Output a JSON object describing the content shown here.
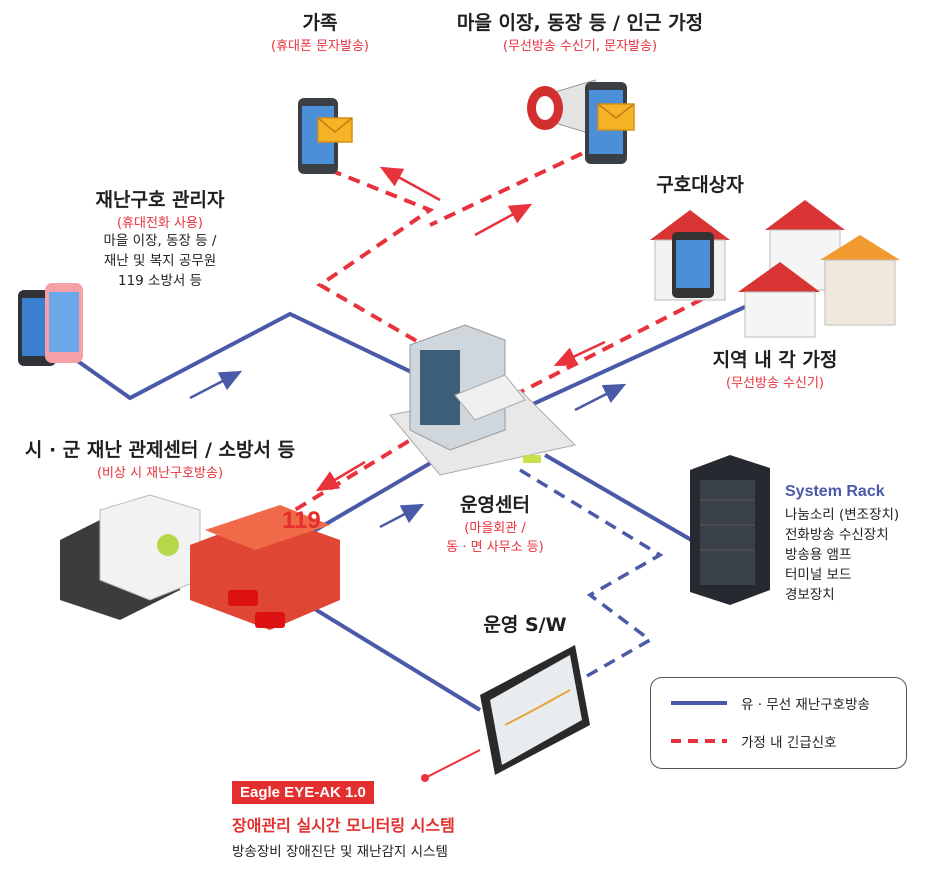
{
  "nodes": {
    "family": {
      "title": "가족",
      "sub": "(휴대폰 문자발송)"
    },
    "village": {
      "title": "마을 이장, 동장 등 / 인근 가정",
      "sub": "(무선방송 수신기, 문자발송)"
    },
    "manager": {
      "title": "재난구호 관리자",
      "sub": "(휴대전화 사용)",
      "lines": [
        "마을 이장, 동장 등 /",
        "재난 및 복지 공무원",
        "119 소방서 등"
      ]
    },
    "rescue": {
      "title": "구호대상자"
    },
    "homes": {
      "title": "지역 내 각 가정",
      "sub": "(무선방송 수신기)"
    },
    "city": {
      "title": "시 · 군 재난 관제센터 / 소방서 등",
      "sub": "(비상 시 재난구호방송)"
    },
    "ops": {
      "title": "운영센터",
      "sub1": "(마을회관 /",
      "sub2": "동 · 면 사무소 등)"
    },
    "rack": {
      "title": "System Rack",
      "items": [
        "나눔소리 (변조장치)",
        "전화방송 수신장치",
        "방송용 앰프",
        "터미널 보드",
        "경보장치"
      ]
    },
    "sw": {
      "title": "운영 S/W"
    },
    "eagle": {
      "badge": "Eagle EYE-AK 1.0",
      "title": "장애관리 실시간 모니터링 시스템",
      "desc": "방송장비 장애진단 및 재난감지 시스템"
    },
    "fire_sign": "119"
  },
  "legend": {
    "solid": {
      "label": "유 · 무선 재난구호방송",
      "color": "#4a5aa8"
    },
    "dashed": {
      "label": "가정 내 긴급신호",
      "color": "#e8323c"
    }
  }
}
